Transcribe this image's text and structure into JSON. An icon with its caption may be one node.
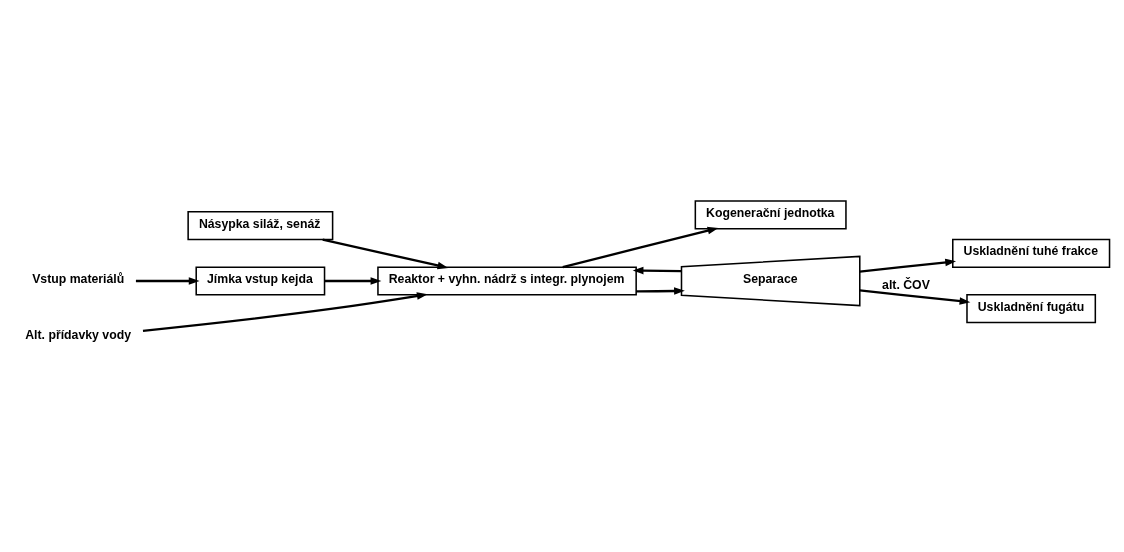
{
  "diagram": {
    "nodes": [
      {
        "text": [
          "Násypka siláž, senáž"
        ]
      },
      {
        "text": [
          "Jímka vstup kejda"
        ]
      },
      {
        "text": [
          "Reaktor + vyhn. nádrž s integr. plynojem"
        ]
      },
      {
        "text": [
          "Kogenerační jednotka"
        ]
      },
      {
        "text": [
          "Separace"
        ]
      },
      {
        "text": [
          "Uskladnění tuhé frakce"
        ]
      },
      {
        "text": [
          "Uskladnění fugátu"
        ]
      },
      {
        "text": [
          "Alt. přídavky vody"
        ]
      },
      {
        "text": [
          "Vstup materiálů"
        ]
      }
    ],
    "edges": [
      {
        "from": 0,
        "to": 2,
        "arrow": "to"
      },
      {
        "from": 1,
        "to": 2,
        "arrow": "to"
      },
      {
        "from": 2,
        "to": 3,
        "arrow": "to"
      },
      {
        "from": 2,
        "to": 4,
        "arrow": "to"
      },
      {
        "from": 4,
        "to": 5,
        "arrow": "to"
      },
      {
        "from": 4,
        "to": 6,
        "arrow": "to",
        "label": "alt. ČOV"
      },
      {
        "from": 4,
        "to": 2,
        "arrow": "to"
      },
      {
        "from": 7,
        "to": 2,
        "arrow": "to"
      },
      {
        "from": 8,
        "to": 1,
        "arrow": "to"
      }
    ]
  }
}
